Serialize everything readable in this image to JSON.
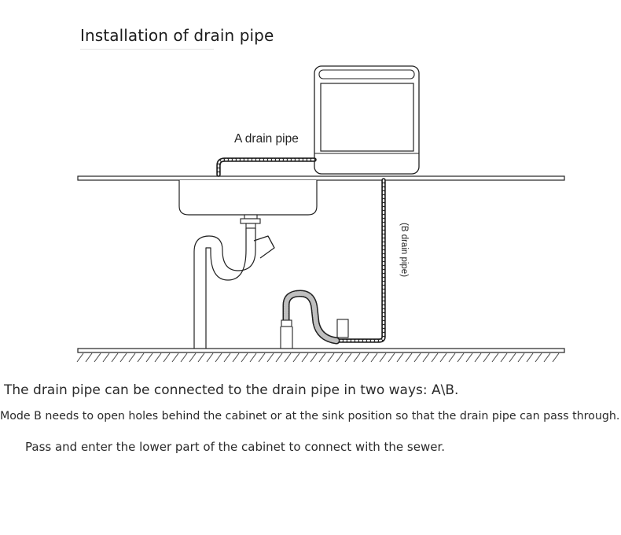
{
  "title": "Installation of drain pipe",
  "labels": {
    "a_pipe": "A drain pipe",
    "b_pipe": "(B drain pipe)"
  },
  "captions": [
    "The drain pipe can be connected to the drain pipe in two ways: A\\B.",
    "Mode B needs to open holes behind the cabinet or at the sink position so that the drain pipe can pass through.",
    "Pass and enter the lower part of the cabinet to connect with the sewer."
  ],
  "colors": {
    "line": "#222222",
    "text": "#2a2a2a"
  }
}
